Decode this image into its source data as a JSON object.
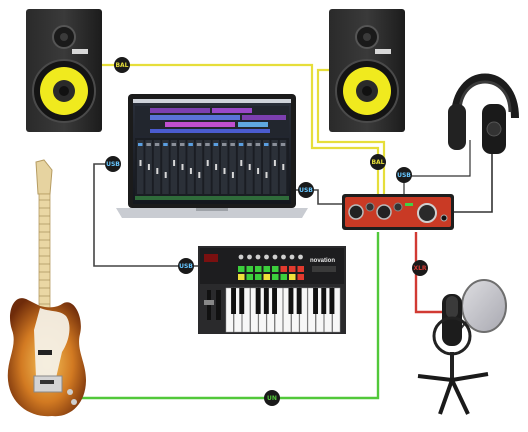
{
  "cables": [
    {
      "name": "speaker-left-cable",
      "color": "#e6de3a",
      "label": "BAL"
    },
    {
      "name": "speaker-right-cable",
      "color": "#e6de3a",
      "label": "BAL"
    },
    {
      "name": "laptop-usb-cable",
      "color": "#444444",
      "label": "USB"
    },
    {
      "name": "interface-usb-cable",
      "color": "#444444",
      "label": "USB"
    },
    {
      "name": "headphone-cable",
      "color": "#333333",
      "label": "USB"
    },
    {
      "name": "keyboard-usb-cable",
      "color": "#444444",
      "label": "USB"
    },
    {
      "name": "microphone-xlr-cable",
      "color": "#d13a33",
      "label": "XLR"
    },
    {
      "name": "guitar-unbalanced-cable",
      "color": "#52c83a",
      "label": "UN"
    }
  ],
  "devices": {
    "speaker_left": {
      "icon": "studio-monitor-icon",
      "woofer_color": "#f0ea1e"
    },
    "speaker_right": {
      "icon": "studio-monitor-icon",
      "woofer_color": "#f0ea1e"
    },
    "laptop": {
      "icon": "laptop-daw-icon"
    },
    "audio_interface": {
      "icon": "audio-interface-icon",
      "accent_color": "#c93a25"
    },
    "headphones": {
      "icon": "headphones-icon"
    },
    "midi_keyboard": {
      "icon": "midi-keyboard-icon",
      "brand": "novation",
      "pad_colors": [
        "#e23a2e",
        "#3ccf3c",
        "#f0e03a"
      ]
    },
    "microphone": {
      "icon": "condenser-microphone-icon"
    },
    "guitar": {
      "icon": "electric-guitar-icon",
      "body_color": "#b45a17"
    }
  }
}
